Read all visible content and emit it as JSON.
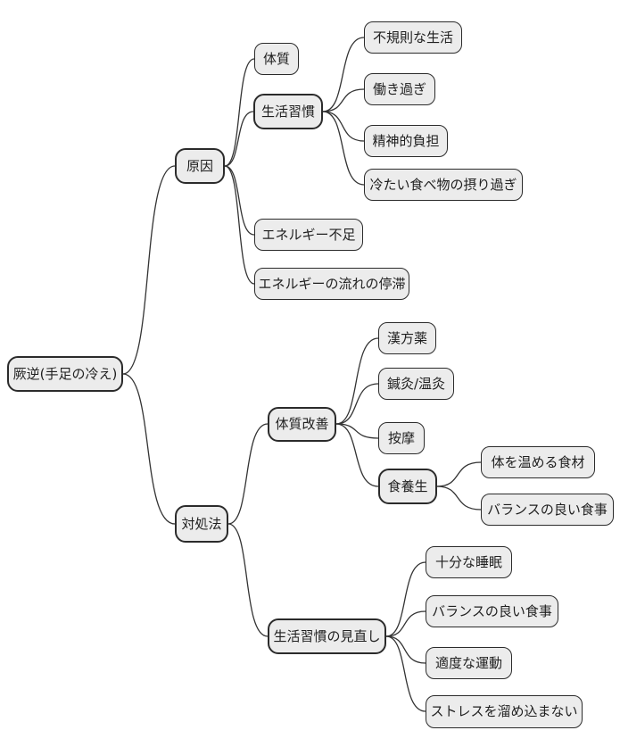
{
  "style": {
    "background": "#ffffff",
    "node_fill": "#ececec",
    "node_border": "#2b2b2b",
    "edge_color": "#333333",
    "text_color": "#1f1f1f"
  },
  "mindmap": {
    "label": "厥逆(手足の冷え)",
    "children": [
      {
        "label": "原因",
        "children": [
          {
            "label": "体質"
          },
          {
            "label": "生活習慣",
            "children": [
              {
                "label": "不規則な生活"
              },
              {
                "label": "働き過ぎ"
              },
              {
                "label": "精神的負担"
              },
              {
                "label": "冷たい食べ物の摂り過ぎ"
              }
            ]
          },
          {
            "label": "エネルギー不足"
          },
          {
            "label": "エネルギーの流れの停滞"
          }
        ]
      },
      {
        "label": "対処法",
        "children": [
          {
            "label": "体質改善",
            "children": [
              {
                "label": "漢方薬"
              },
              {
                "label": "鍼灸/温灸"
              },
              {
                "label": "按摩"
              },
              {
                "label": "食養生",
                "children": [
                  {
                    "label": "体を温める食材"
                  },
                  {
                    "label": "バランスの良い食事"
                  }
                ]
              }
            ]
          },
          {
            "label": "生活習慣の見直し",
            "children": [
              {
                "label": "十分な睡眠"
              },
              {
                "label": "バランスの良い食事"
              },
              {
                "label": "適度な運動"
              },
              {
                "label": "ストレスを溜め込まない"
              }
            ]
          }
        ]
      }
    ]
  }
}
